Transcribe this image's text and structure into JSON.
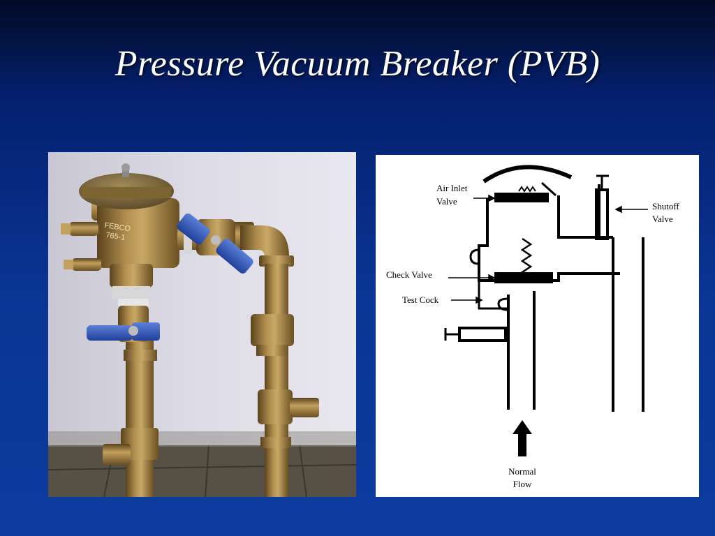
{
  "slide": {
    "title": "Pressure Vacuum Breaker (PVB)"
  },
  "photo": {
    "casting_text_line1": "FEBCO",
    "casting_text_line2": "765-1"
  },
  "diagram": {
    "labels": {
      "air_inlet_valve_l1": "Air Inlet",
      "air_inlet_valve_l2": "Valve",
      "shutoff_valve_l1": "Shutoff",
      "shutoff_valve_l2": "Valve",
      "check_valve": "Check Valve",
      "test_cock": "Test Cock",
      "normal_flow_l1": "Normal",
      "normal_flow_l2": "Flow"
    }
  },
  "colors": {
    "background_top": "#020a26",
    "background_main": "#0b3c9e",
    "title": "#ffffff",
    "brass": "#9a7a3c",
    "valve_handle_blue": "#2f55b8"
  }
}
